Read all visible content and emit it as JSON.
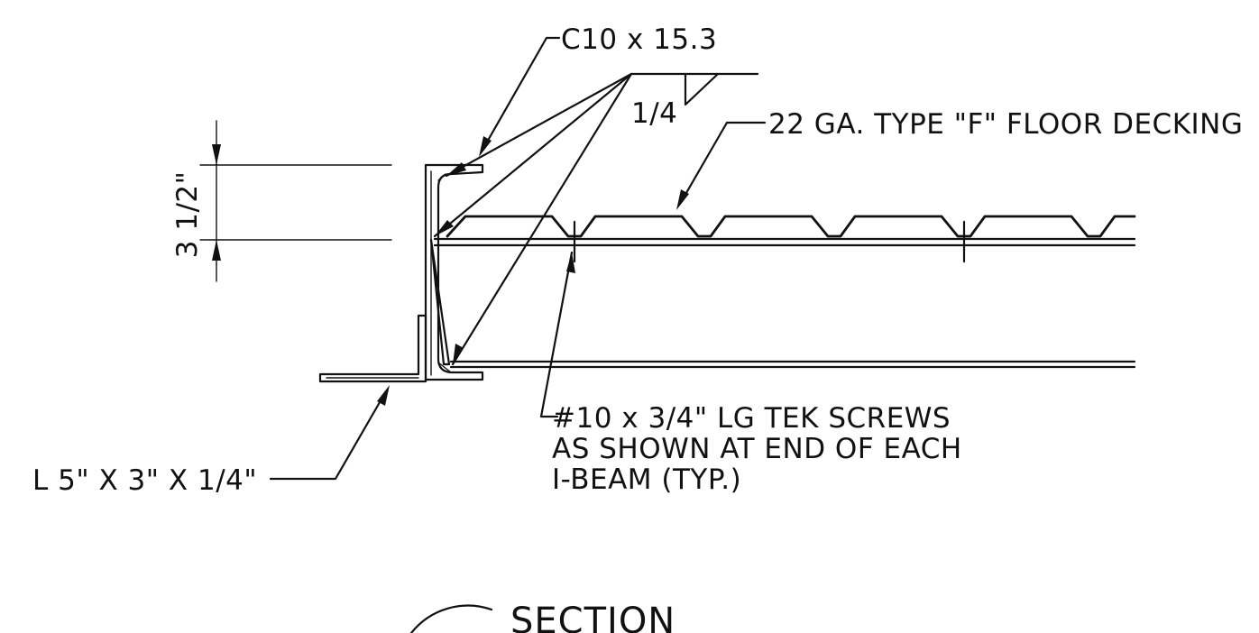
{
  "labels": {
    "channel": "C10 x 15.3",
    "weld_size": "1/4",
    "decking": "22 GA. TYPE \"F\" FLOOR DECKING",
    "dimension": "3 1/2\"",
    "angle": "L 5\" X 3\" X 1/4\"",
    "screws_line1": "#10 x 3/4\" LG TEK SCREWS",
    "screws_line2": "AS SHOWN AT END OF EACH",
    "screws_line3": "I-BEAM (TYP.)",
    "section_title": "SECTION"
  }
}
